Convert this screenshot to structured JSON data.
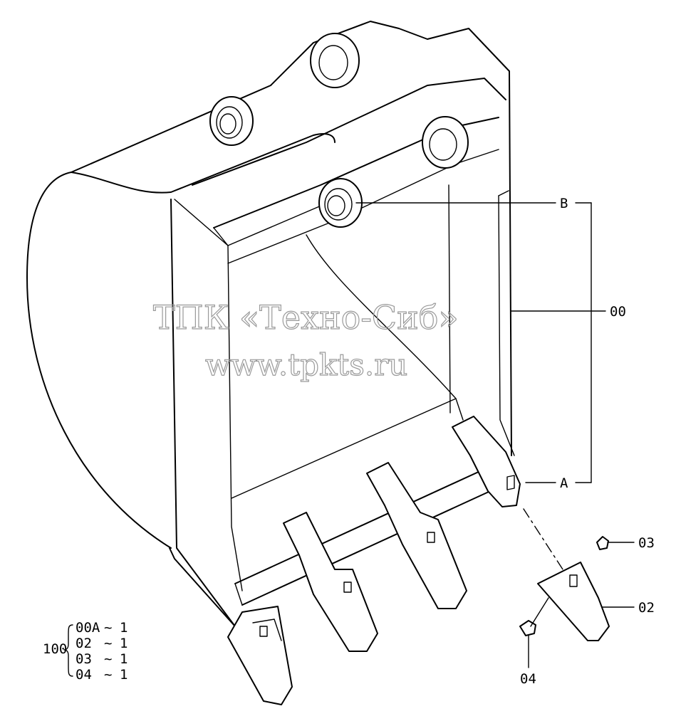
{
  "watermark": {
    "line1": "ТПК «Техно-Сиб»",
    "line2": "www.tpkts.ru"
  },
  "callouts": {
    "b": "B",
    "a": "A",
    "assembly": "00",
    "nut": "03",
    "tooth": "02",
    "pin": "04"
  },
  "kit": {
    "number": "100",
    "items": [
      {
        "part": "00A",
        "qty": "1"
      },
      {
        "part": "02",
        "qty": "1"
      },
      {
        "part": "03",
        "qty": "1"
      },
      {
        "part": "04",
        "qty": "1"
      }
    ],
    "separator": "~"
  }
}
